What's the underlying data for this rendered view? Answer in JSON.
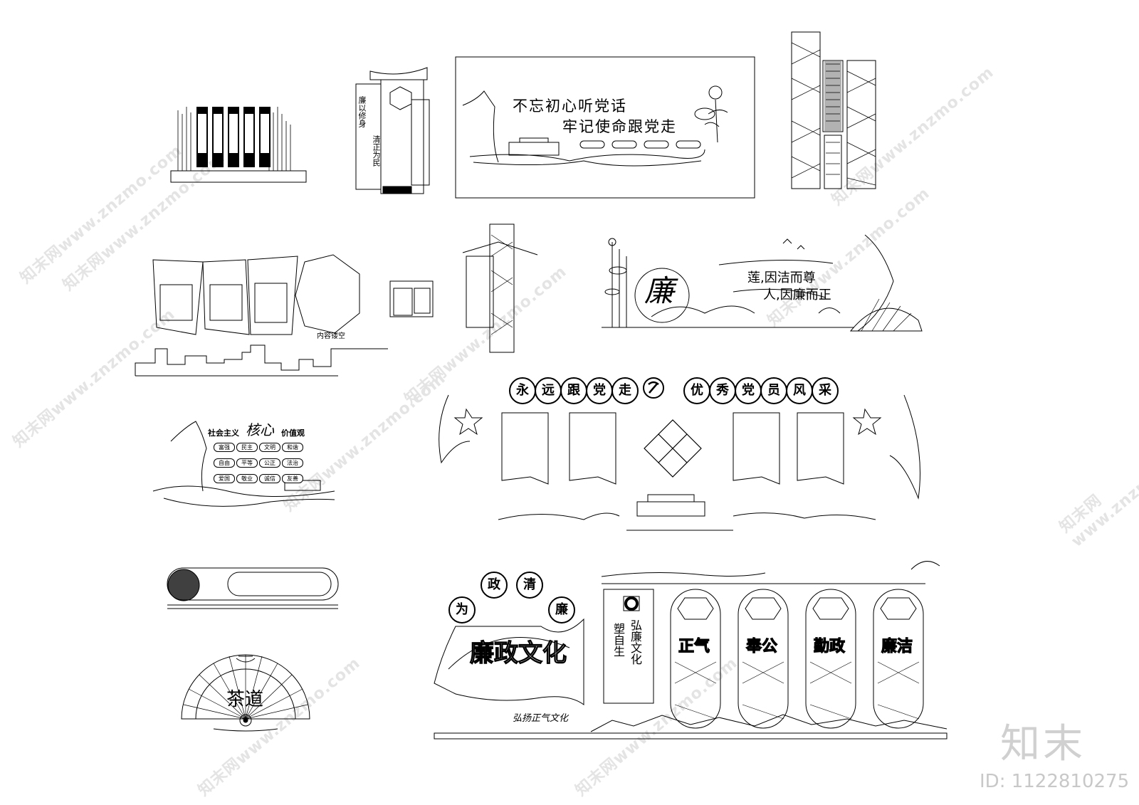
{
  "panel_a": {
    "title_line1": "不忘初心听党话",
    "title_line2": "牢记使命跟党走"
  },
  "panel_b": {
    "vertical_left": "廉以修身",
    "vertical_right": "清正为民"
  },
  "panel_lian": {
    "big_char": "廉",
    "line1": "莲,因洁而尊",
    "line2": "人,因廉而正"
  },
  "panel_lists": {
    "caption": "内容镂空"
  },
  "panel_party": {
    "left_chars": [
      "永",
      "远",
      "跟",
      "党",
      "走"
    ],
    "right_chars": [
      "优",
      "秀",
      "党",
      "员",
      "风",
      "采"
    ]
  },
  "panel_core": {
    "title_prefix": "社会主义",
    "title_big": "核心",
    "title_suffix": "价值观",
    "values": [
      "富强",
      "民主",
      "文明",
      "和谐",
      "自由",
      "平等",
      "公正",
      "法治",
      "爱国",
      "敬业",
      "诚信",
      "友善"
    ]
  },
  "panel_tea": {
    "title": "茶道"
  },
  "panel_culture": {
    "circle_chars": [
      "为",
      "政",
      "清",
      "廉"
    ],
    "fan_title": "廉政文化",
    "slogan": "弘扬正气文化",
    "vertical_left": "塑自生",
    "vertical_right": "弘廉文化",
    "arches": [
      "正气",
      "奉公",
      "勤政",
      "廉洁"
    ]
  },
  "watermark": {
    "site": "知末网www.znzmo.com",
    "logo": "知末",
    "id": "ID: 1122810275"
  }
}
